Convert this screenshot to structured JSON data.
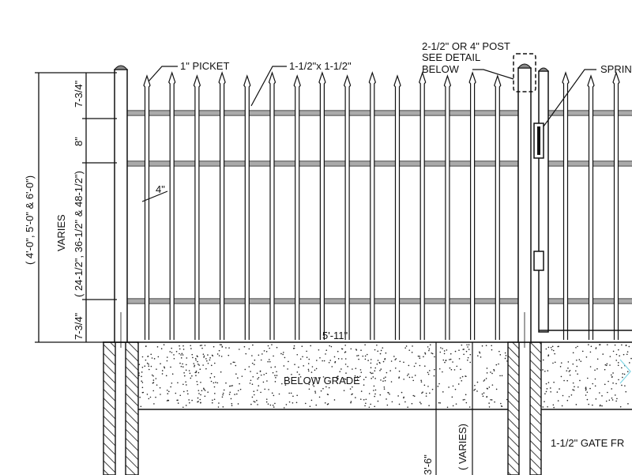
{
  "labels": {
    "picket": "1\" PICKET",
    "rail": "1-1/2\"x 1-1/2\"",
    "post_line1": "2-1/2\" OR 4\" POST",
    "post_line2": "SEE DETAIL",
    "post_line3": "BELOW",
    "spring": "SPRIN",
    "spacing": "4\"",
    "width": "5'-11\"",
    "below_grade": "BELOW GRADE",
    "depth": "3'-6\"",
    "depth_varies": "( VARIES)",
    "gate_frame": "1-1/2\" GATE FR"
  },
  "dimensions": {
    "overall_height": "( 4'-0\", 5'-0\" & 6'-0\")",
    "varies": "VARIES",
    "top_section": "7-3/4\"",
    "rail_gap": "8\"",
    "middle_section": "( 24-1/2\", 36-1/2\" & 48-1/2\")",
    "bottom_section": "7-3/4\""
  },
  "colors": {
    "line": "#111111",
    "rail": "#9a9a9a",
    "accent": "#7fd6e6"
  }
}
